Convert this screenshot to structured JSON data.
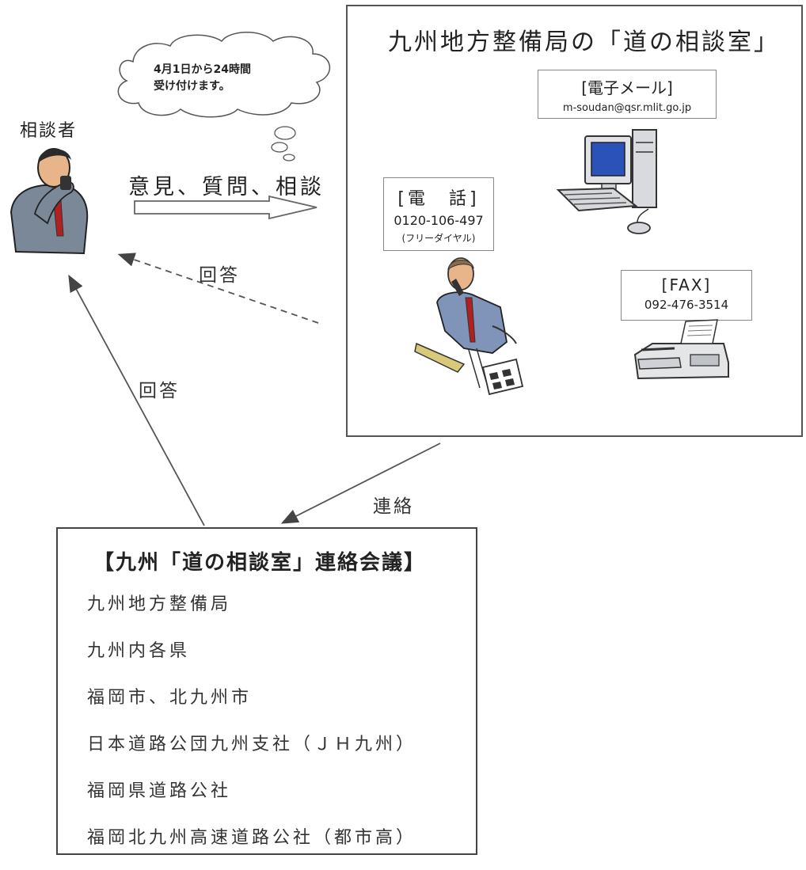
{
  "office": {
    "title": "九州地方整備局の「道の相談室」",
    "email": {
      "label": "[電子メール]",
      "address": "m-soudan@qsr.mlit.go.jp"
    },
    "phone": {
      "label": "[電　話]",
      "number": "0120-106-497",
      "note": "(フリーダイヤル)"
    },
    "fax": {
      "label": "[FAX]",
      "number": "092-476-3514"
    }
  },
  "consultant": {
    "label": "相談者"
  },
  "bubble": {
    "line1": "4月1日から24時間",
    "line2": "受け付けます。"
  },
  "flows": {
    "inquiry": "意見、質問、相談",
    "answer_from_office": "回答",
    "answer_from_council": "回答",
    "contact": "連絡"
  },
  "council": {
    "title": "【九州「道の相談室」連絡会議】",
    "members": [
      "九州地方整備局",
      "九州内各県",
      "福岡市、北九州市",
      "日本道路公団九州支社（ＪＨ九州）",
      "福岡県道路公社",
      "福岡北九州高速道路公社（都市高）"
    ]
  },
  "colors": {
    "suit": "#7a8898",
    "tie": "#b02020",
    "skin": "#e8b48a",
    "hair": "#2a2a2a",
    "line": "#444444"
  }
}
